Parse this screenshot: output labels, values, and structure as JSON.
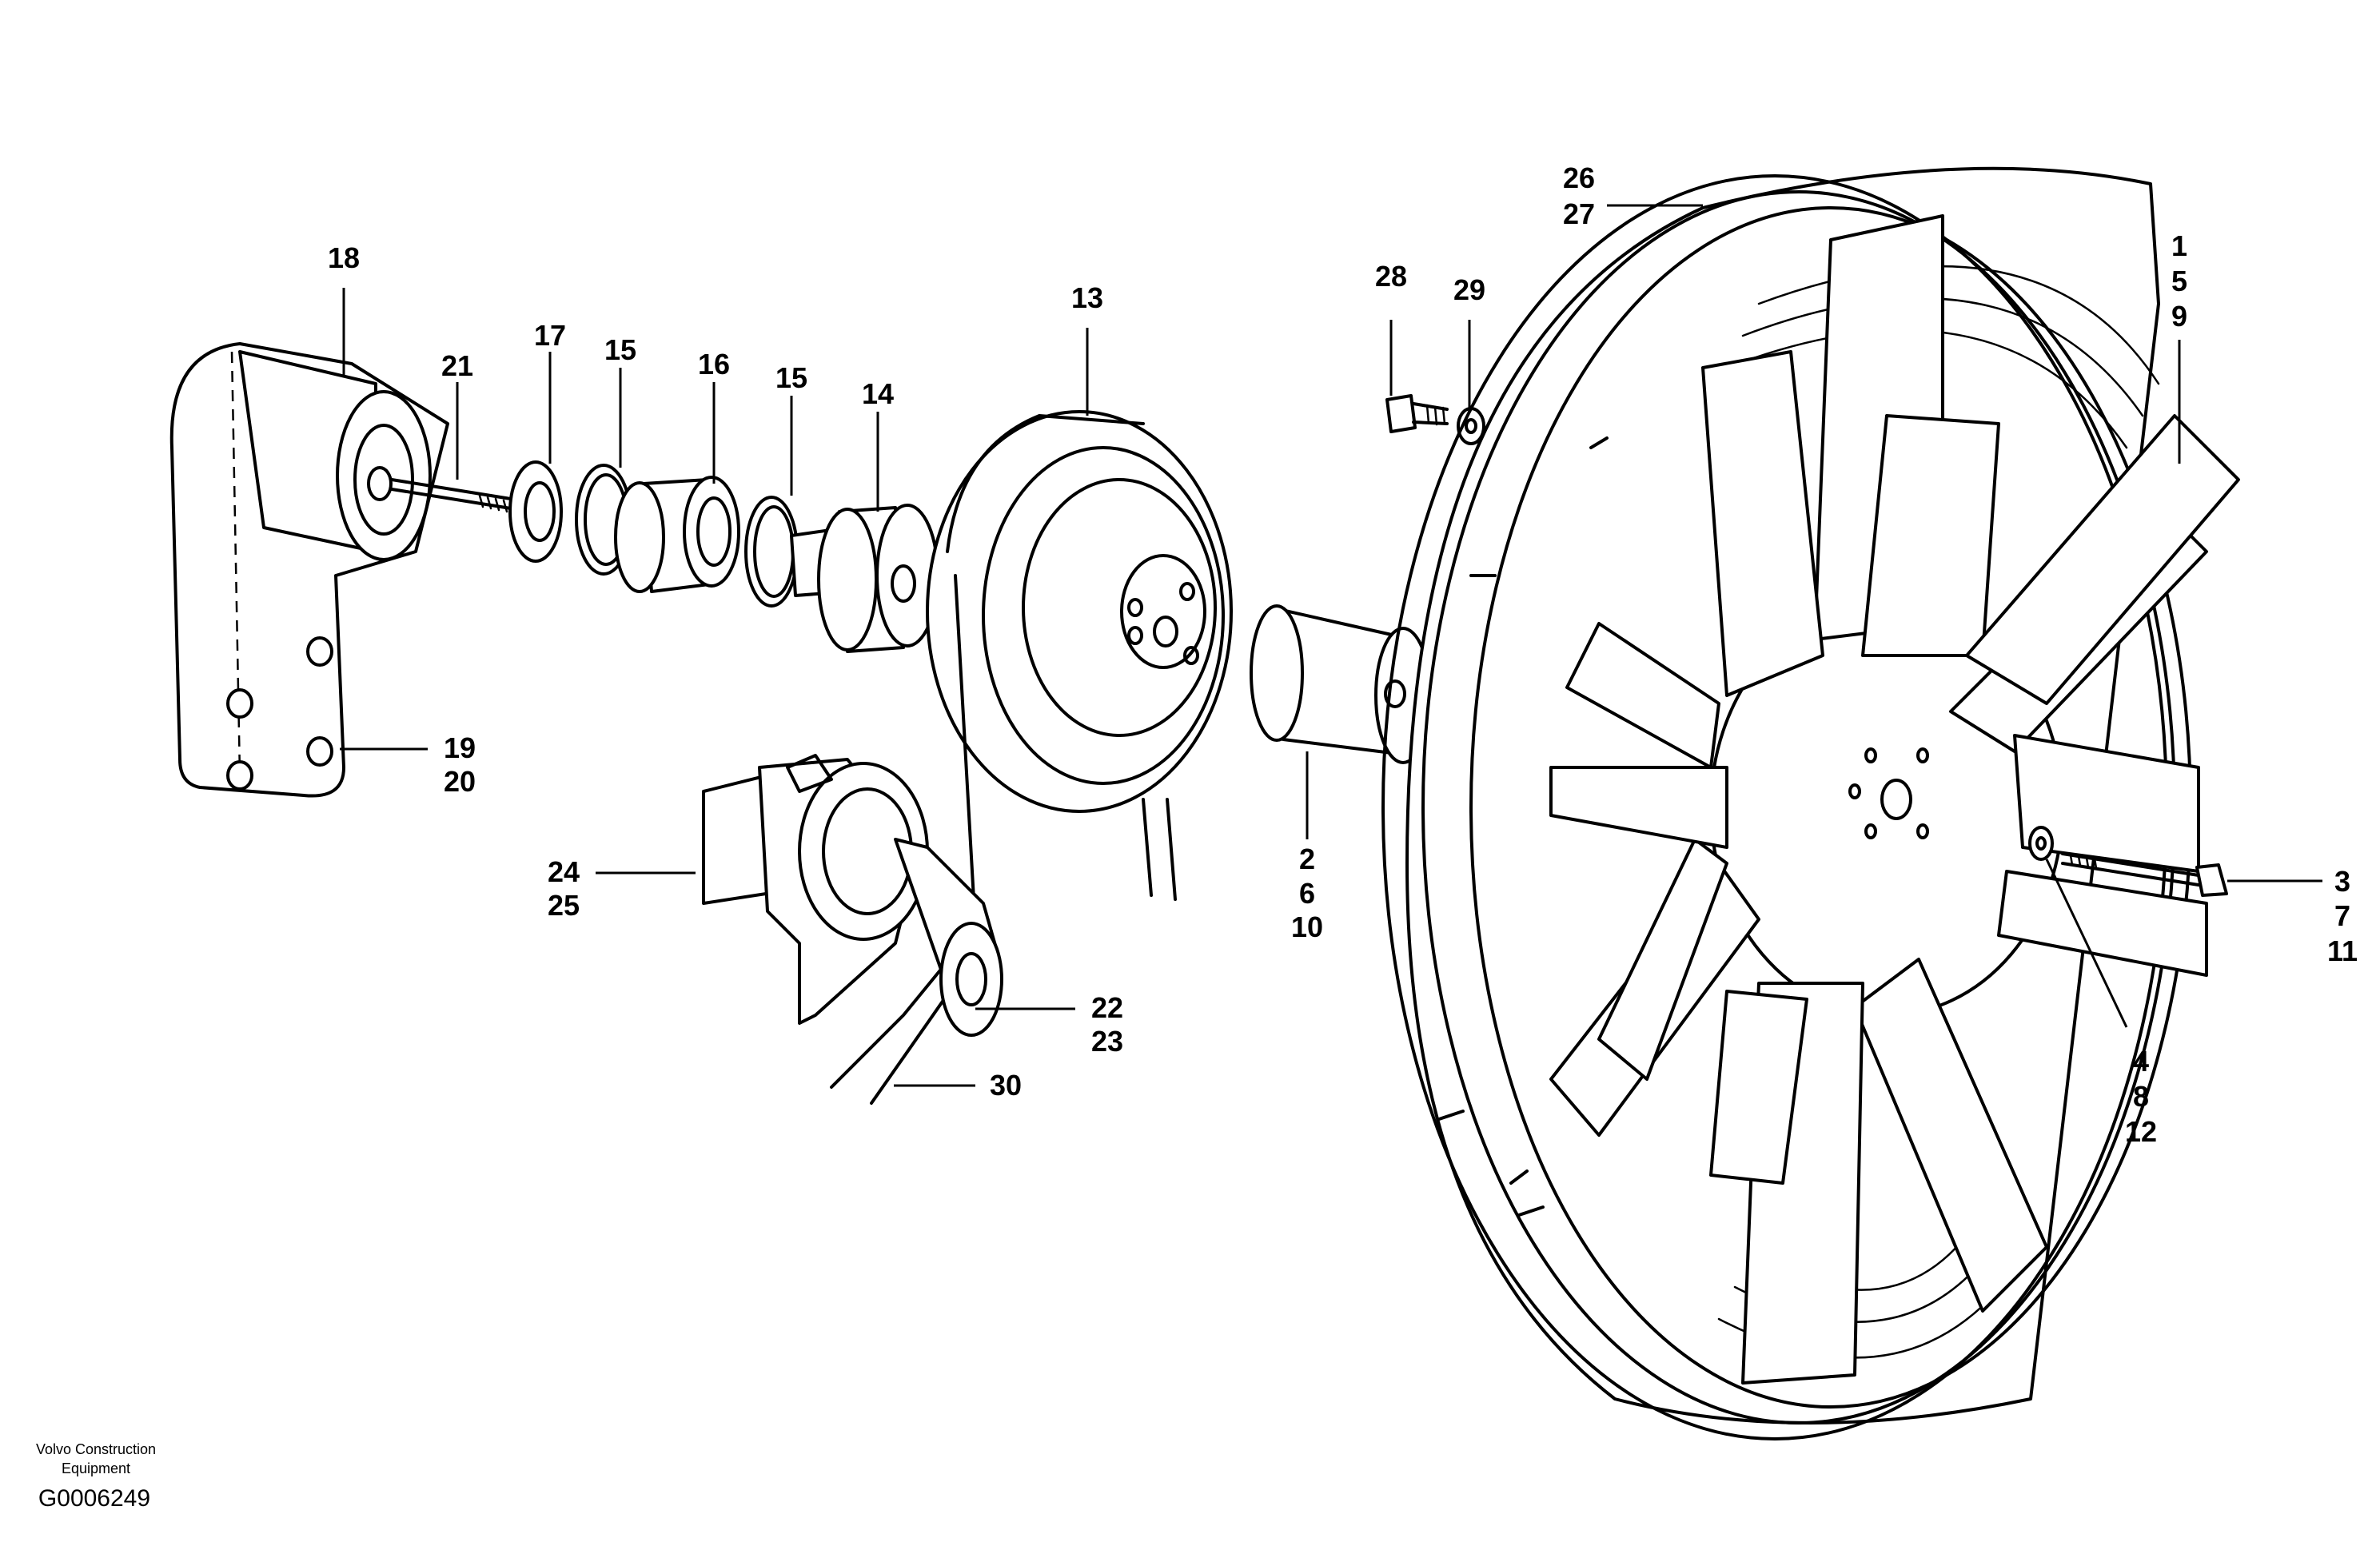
{
  "diagram": {
    "labels": {
      "l18": "18",
      "l21": "21",
      "l17": "17",
      "l15a": "15",
      "l16": "16",
      "l15b": "15",
      "l14": "14",
      "l13": "13",
      "l19": "19",
      "l20": "20",
      "l24": "24",
      "l25": "25",
      "l22": "22",
      "l23": "23",
      "l30": "30",
      "l2": "2",
      "l6": "6",
      "l10": "10",
      "l28": "28",
      "l29": "29",
      "l26": "26",
      "l27": "27",
      "l1": "1",
      "l5": "5",
      "l9": "9",
      "l3": "3",
      "l7": "7",
      "l11": "11",
      "l4": "4",
      "l8": "8",
      "l12": "12"
    },
    "footer": {
      "brand_line1": "Volvo Construction",
      "brand_line2": "Equipment",
      "code": "G0006249"
    }
  }
}
